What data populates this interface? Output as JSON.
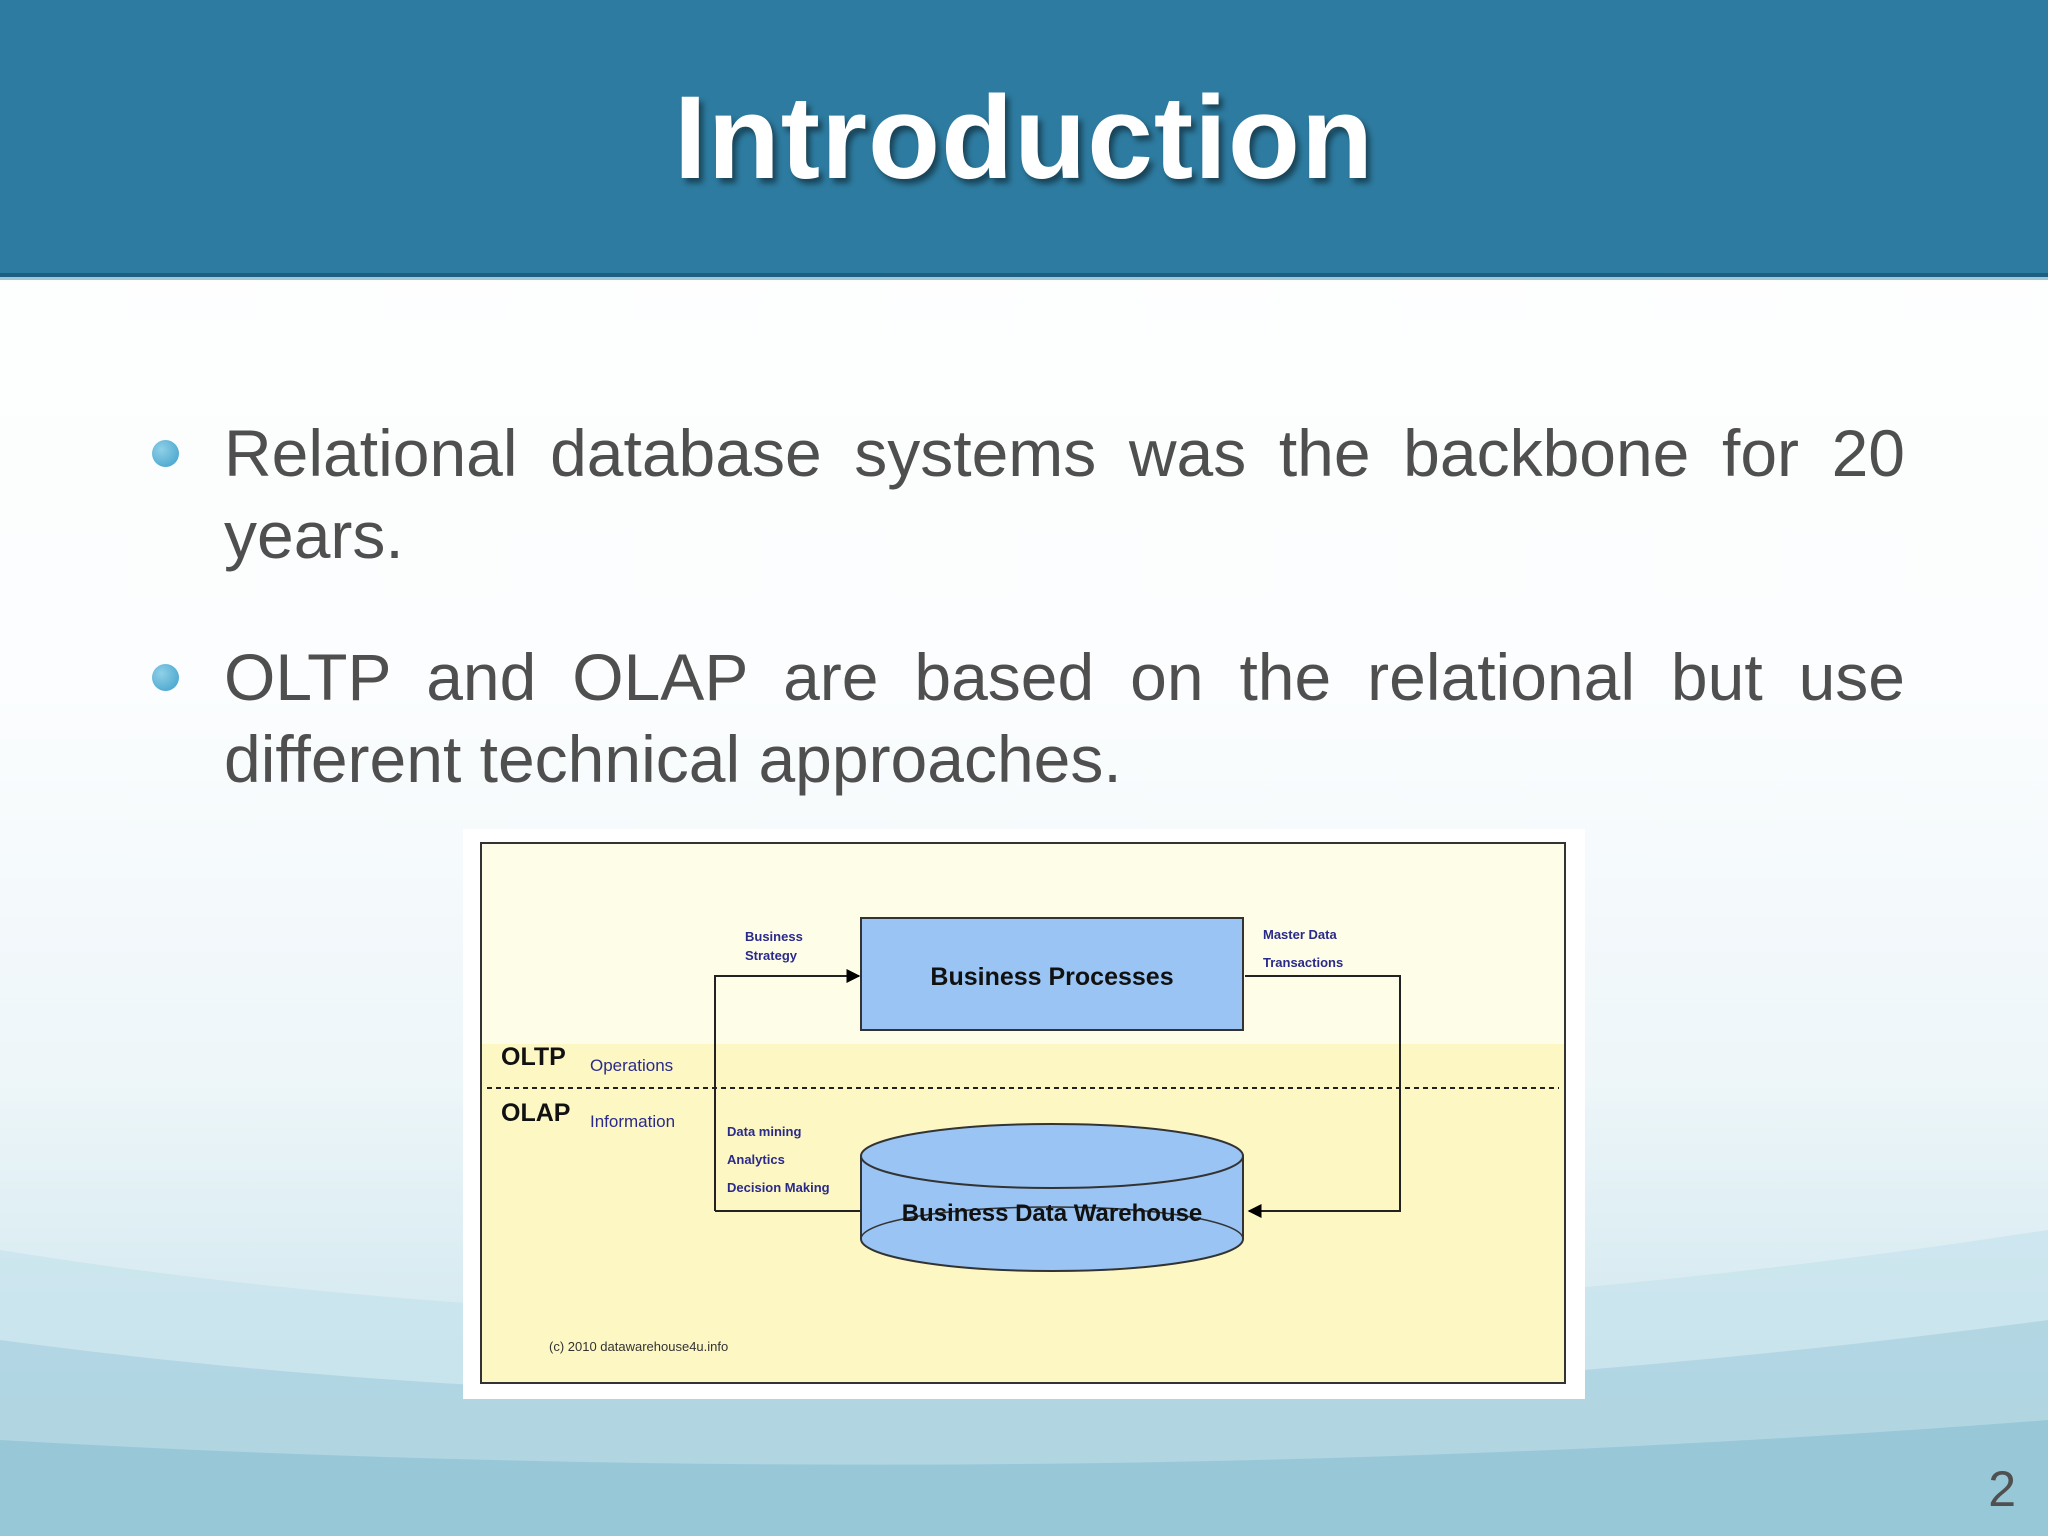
{
  "slide": {
    "title": "Introduction",
    "page_number": "2",
    "bullets": [
      {
        "text": "Relational database systems was the backbone for 20 years."
      },
      {
        "text": "OLTP and OLAP are based on the relational but use different technical approaches."
      }
    ]
  },
  "diagram": {
    "top_box": "Business Processes",
    "bottom_cylinder": "Business Data Warehouse",
    "oltp_label": "OLTP",
    "oltp_sub": "Operations",
    "olap_label": "OLAP",
    "olap_sub": "Information",
    "strategy_line1": "Business",
    "strategy_line2": "Strategy",
    "master_line1": "Master Data",
    "master_line2": "Transactions",
    "analysis_line1": "Data mining",
    "analysis_line2": "Analytics",
    "analysis_line3": "Decision Making",
    "copyright": "(c) 2010 datawarehouse4u.info"
  },
  "colors": {
    "header": "#2d7ba0",
    "bullet_dot": "#4aa8d0",
    "box_fill": "#99c4f3",
    "diagram_bg": "#fdf7c4",
    "label_text": "#2a2a8a"
  }
}
